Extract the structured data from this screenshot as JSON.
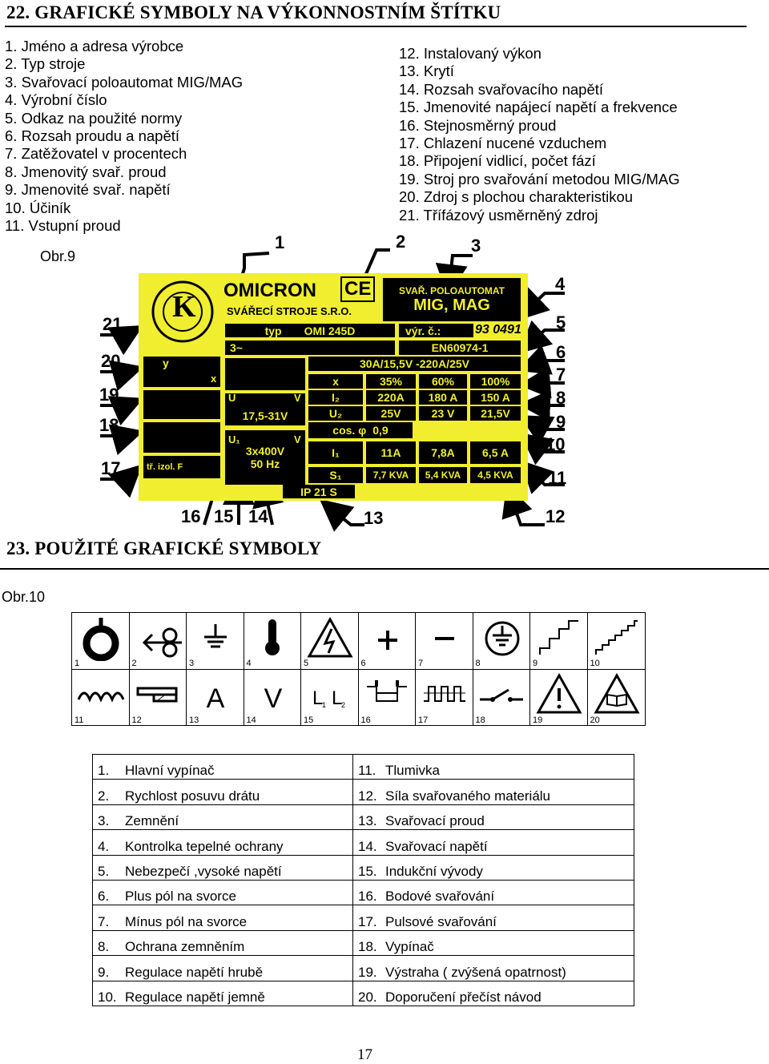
{
  "section22": {
    "title": "22. GRAFICKÉ SYMBOLY NA VÝKONNOSTNÍM ŠTÍTKU"
  },
  "legend_left": [
    "1.  Jméno a adresa výrobce",
    "2.   Typ stroje",
    "3.  Svařovací poloautomat MIG/MAG",
    "4.  Výrobní číslo",
    "5.  Odkaz na použité normy",
    "6.  Rozsah proudu a napětí",
    "7.  Zatěžovatel v procentech",
    "8.  Jmenovitý svař. proud",
    "9.  Jmenovité svař. napětí",
    "10. Účiník",
    "11. Vstupní proud"
  ],
  "legend_right": [
    "12. Instalovaný výkon",
    "13. Krytí",
    "14. Rozsah svařovacího napětí",
    "15. Jmenovité napájecí napětí a frekvence",
    "16. Stejnosměrný proud",
    "17. Chlazení nucené vzduchem",
    "18. Připojení vidlicí, počet fází",
    "19. Stroj pro svařování metodou MIG/MAG",
    "20. Zdroj s plochou charakteristikou",
    "21. Třífázový usměrněný zdroj"
  ],
  "obr9": "Obr.9",
  "obr10": "Obr.10",
  "plate": {
    "brand": "OMICRON",
    "company": "SVÁŘECÍ STROJE S.R.O.",
    "ce": "CE",
    "type_label": "typ",
    "type_value": "OMI 245D",
    "product1": "SVAŘ. POLOAUTOMAT",
    "product2": "MIG, MAG",
    "serial_label": "výr. č.:",
    "serial_value": "93 0491",
    "norm": "EN60974-1",
    "three_phase": "3~",
    "range": "30A/15,5V -220A/25V",
    "x_label": "x",
    "duty": [
      "35%",
      "60%",
      "100%"
    ],
    "i2_label": "I₂",
    "currents": [
      "220A",
      "180 A",
      "150 A"
    ],
    "u2_label": "U₂",
    "voltages": [
      "25V",
      "23 V",
      "21,5V"
    ],
    "cos_label": "cos. φ",
    "cos_value": "0,9",
    "i1_label": "I₁",
    "input_currents": [
      "11A",
      "7,8A",
      "6,5 A"
    ],
    "s1_label": "S₁",
    "powers": [
      "7,7 KVA",
      "5,4 KVA",
      "4,5 KVA"
    ],
    "u_range": "17,5-31V",
    "supply1": "3x400V",
    "supply2": "50 Hz",
    "ip": "IP 21 S",
    "insulation": "tř. izol. F",
    "logo_letter": "K",
    "y_label": "y",
    "x_small": "x",
    "u_label": "U",
    "v_label": "V",
    "u1_label": "U₁",
    "v2_label": "V"
  },
  "callouts": [
    "1",
    "2",
    "3",
    "4",
    "5",
    "6",
    "7",
    "8",
    "9",
    "10",
    "11",
    "12",
    "13",
    "14",
    "15",
    "16",
    "17",
    "18",
    "19",
    "20",
    "21"
  ],
  "section23": {
    "title": "23. POUŽITÉ GRAFICKÉ SYMBOLY"
  },
  "symbols": [
    {
      "n": "1",
      "icon": "main-switch-icon"
    },
    {
      "n": "2",
      "icon": "wire-feed-icon"
    },
    {
      "n": "3",
      "icon": "ground-icon"
    },
    {
      "n": "4",
      "icon": "thermometer-icon"
    },
    {
      "n": "5",
      "icon": "high-voltage-icon"
    },
    {
      "n": "6",
      "icon": "plus-icon"
    },
    {
      "n": "7",
      "icon": "minus-icon"
    },
    {
      "n": "8",
      "icon": "protective-earth-icon"
    },
    {
      "n": "9",
      "icon": "coarse-steps-icon"
    },
    {
      "n": "10",
      "icon": "fine-steps-icon"
    },
    {
      "n": "11",
      "icon": "inductor-icon"
    },
    {
      "n": "12",
      "icon": "material-thickness-icon"
    },
    {
      "n": "13",
      "icon": "current-a-icon"
    },
    {
      "n": "14",
      "icon": "voltage-v-icon"
    },
    {
      "n": "15",
      "icon": "inductance-outputs-icon"
    },
    {
      "n": "16",
      "icon": "spot-weld-icon"
    },
    {
      "n": "17",
      "icon": "pulse-weld-icon"
    },
    {
      "n": "18",
      "icon": "switch-icon"
    },
    {
      "n": "19",
      "icon": "warning-icon"
    },
    {
      "n": "20",
      "icon": "read-manual-icon"
    }
  ],
  "symbol_letters": {
    "a": "A",
    "v": "V",
    "l": "L",
    "sub1": "1",
    "sub2": "2"
  },
  "meanings": [
    [
      "1.",
      "Hlavní vypínač",
      "11.",
      "Tlumivka"
    ],
    [
      "2.",
      "Rychlost posuvu drátu",
      "12.",
      "Síla svařovaného materiálu"
    ],
    [
      "3.",
      "Zemnění",
      "13.",
      "Svařovací proud"
    ],
    [
      "4.",
      "Kontrolka tepelné ochrany",
      "14.",
      "Svařovací napětí"
    ],
    [
      "5.",
      "Nebezpečí ,vysoké napětí",
      "15.",
      "Indukční vývody"
    ],
    [
      "6.",
      "Plus pól na svorce",
      "16.",
      "Bodové svařování"
    ],
    [
      "7.",
      "Mínus pól na svorce",
      "17.",
      "Pulsové svařování"
    ],
    [
      "8.",
      "Ochrana zemněním",
      "18.",
      "Vypínač"
    ],
    [
      "9.",
      "Regulace napětí hrubě",
      "19.",
      "Výstraha ( zvýšená opatrnost)"
    ],
    [
      "10.",
      "Regulace napětí jemně",
      "20.",
      "Doporučení přečíst návod"
    ]
  ],
  "page_number": "17"
}
